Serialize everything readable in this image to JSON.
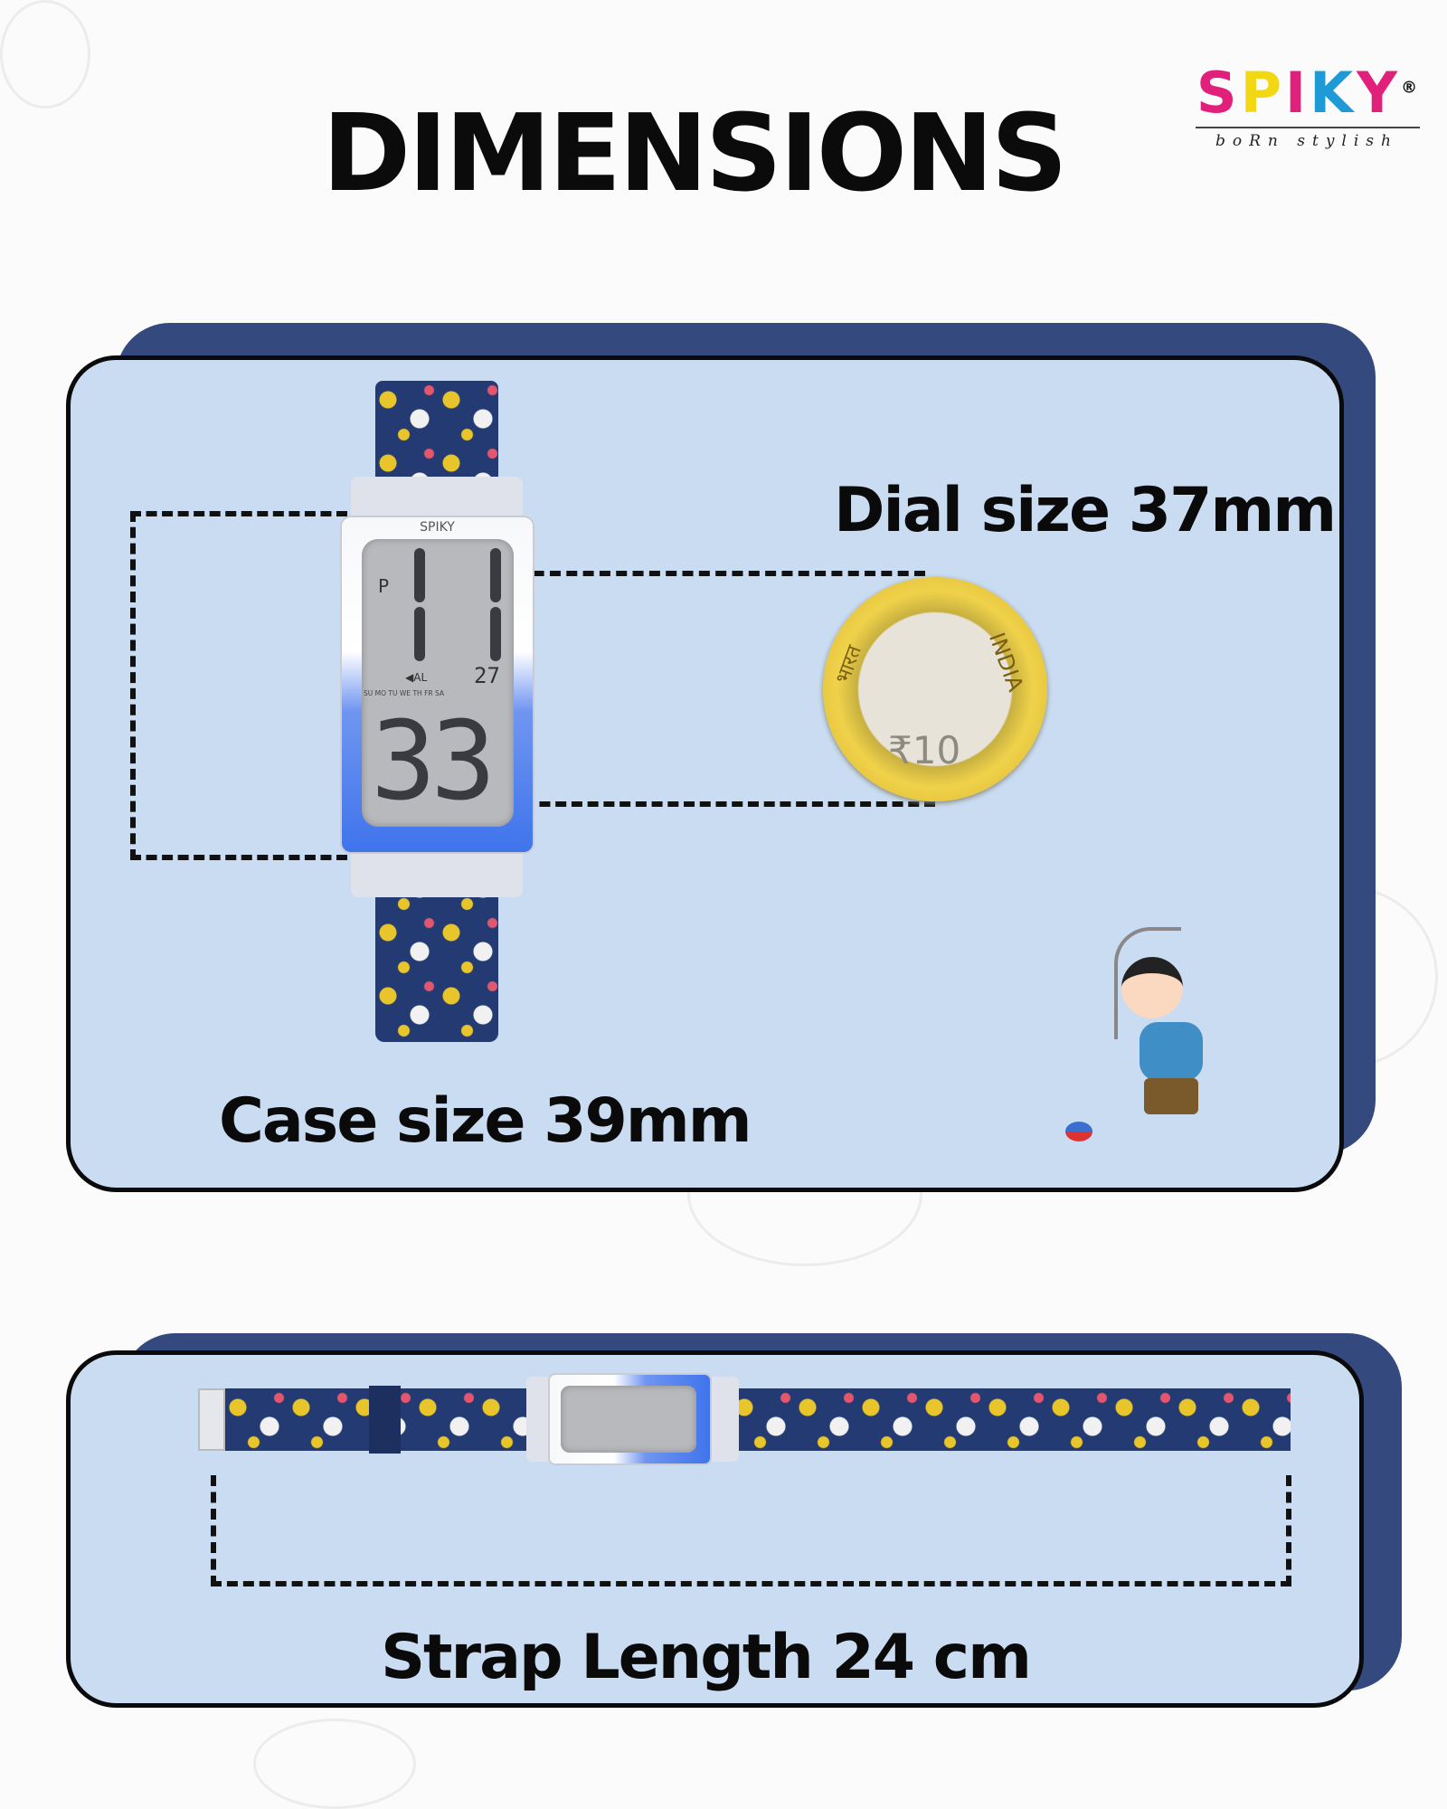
{
  "title": "DIMENSIONS",
  "brand": {
    "name": "SPIKY",
    "registered": "®",
    "tagline": "boRn stylish",
    "colors": [
      "#e0207a",
      "#f5e21a",
      "#1e9ad6",
      "#e0207a",
      "#e0207a"
    ]
  },
  "watch": {
    "brand": "SPIKY",
    "hours": "11",
    "minutes": "33",
    "date": "27",
    "pm": "P",
    "alarm": "AL",
    "days": [
      "SU",
      "MO",
      "TU",
      "WE",
      "TH",
      "FR",
      "SA"
    ]
  },
  "coin": {
    "country": "INDIA",
    "hindi": "भारत",
    "value": "₹10"
  },
  "labels": {
    "dial": "Dial size 37mm",
    "case": "Case size 39mm",
    "strap": "Strap Length 24 cm"
  },
  "colors": {
    "panel": "#c9dcf2",
    "panel_shadow": "#344a7e",
    "strap": "#233a72"
  }
}
